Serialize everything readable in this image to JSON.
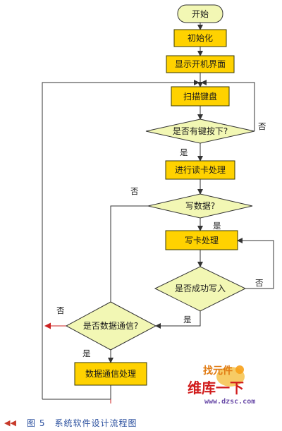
{
  "nodes": {
    "start": "开始",
    "init": "初始化",
    "show_ui": "显示开机界面",
    "scan_keyboard": "扫描键盘",
    "key_pressed": "是否有键按下?",
    "read_card": "进行读卡处理",
    "write_data": "写数据?",
    "write_card": "写卡处理",
    "write_ok": "是否成功写入",
    "data_comm": "是否数据通信?",
    "data_comm_process": "数据通信处理"
  },
  "edges": {
    "key_no": "否",
    "key_yes": "是",
    "write_no": "否",
    "write_yes": "是",
    "write_ok_no": "否",
    "write_ok_yes": "是",
    "comm_no": "否",
    "comm_yes": "是"
  },
  "watermark": {
    "brand_top": "找元件",
    "brand_main": "维库一下",
    "url": "www.dzsc.com"
  },
  "caption": {
    "arrows": "◀◀",
    "text": "图 5　系统软件设计流程图"
  },
  "colors": {
    "node_fill": "#ffd200",
    "node_stroke": "#3a3a00",
    "diamond_fill": "#f2f7b4",
    "start_fill": "#f2f7b4",
    "line": "#333333",
    "red_arrow": "#cc2222"
  }
}
